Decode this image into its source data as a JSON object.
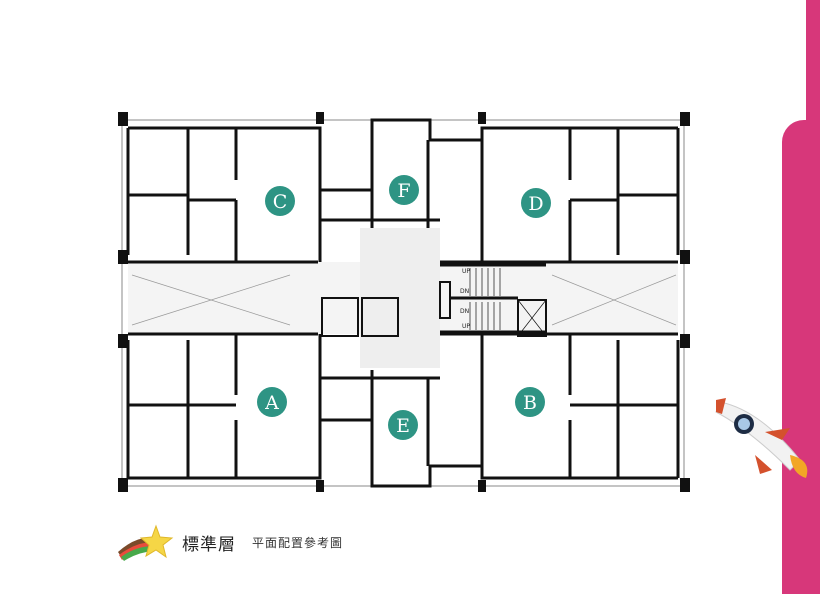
{
  "caption": {
    "title": "標準層",
    "subtitle": "平面配置參考圖"
  },
  "units": [
    {
      "id": "C",
      "label": "C"
    },
    {
      "id": "F",
      "label": "F"
    },
    {
      "id": "D",
      "label": "D"
    },
    {
      "id": "A",
      "label": "A"
    },
    {
      "id": "E",
      "label": "E"
    },
    {
      "id": "B",
      "label": "B"
    }
  ],
  "stairs": {
    "up": "UP",
    "dn": "DN"
  },
  "colors": {
    "accent": "#d7377a",
    "unit_badge": "#2e9484",
    "wall": "#111111"
  }
}
